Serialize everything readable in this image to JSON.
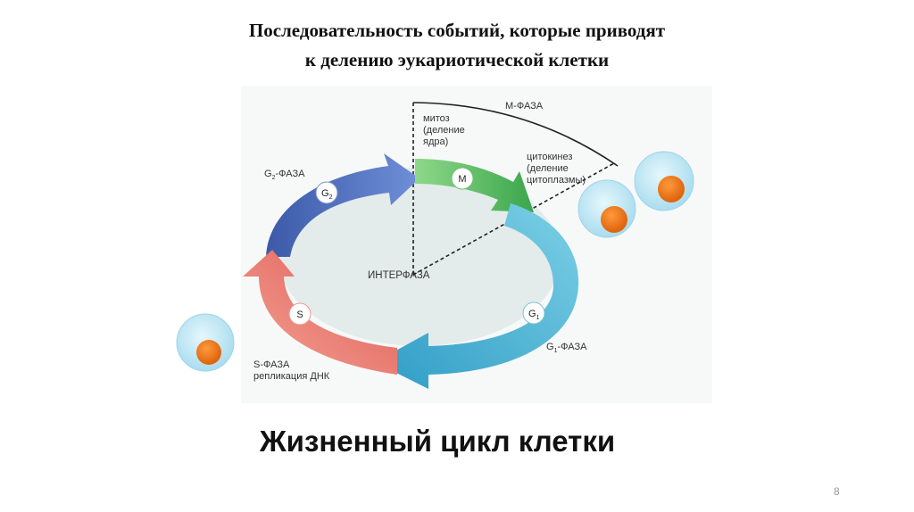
{
  "title": {
    "line1": "Последовательность событий, которые приводят",
    "line2": "к делению эукариотической клетки"
  },
  "diagram": {
    "center_label": "ИНТЕРФАЗА",
    "m_phase": {
      "title": "М-ФАЗА",
      "circle": "М",
      "mitosis": [
        "митоз",
        "(деление",
        "ядра)"
      ],
      "cytokinesis": [
        "цитокинез",
        "(деление",
        "цитоплазмы)"
      ]
    },
    "g2_phase": {
      "label": "-ФАЗА",
      "letter": "G",
      "sub": "2"
    },
    "s_phase": {
      "label": "S-ФАЗА",
      "detail": "репликация ДНК",
      "circle": "S"
    },
    "g1_phase": {
      "label": "-ФАЗА",
      "letter": "G",
      "sub": "1"
    }
  },
  "subtitle": "Жизненный цикл клетки",
  "page_number": "8",
  "colors": {
    "m_arrow": "#4cb85a",
    "g2_arrow": "#4a6fc0",
    "s_arrow": "#e8766a",
    "g1_arrow": "#4bb2d2",
    "interphase_fill": "#e3eaea",
    "cell_membrane": "#bfe6f5",
    "nucleus": "#f07c1c"
  }
}
